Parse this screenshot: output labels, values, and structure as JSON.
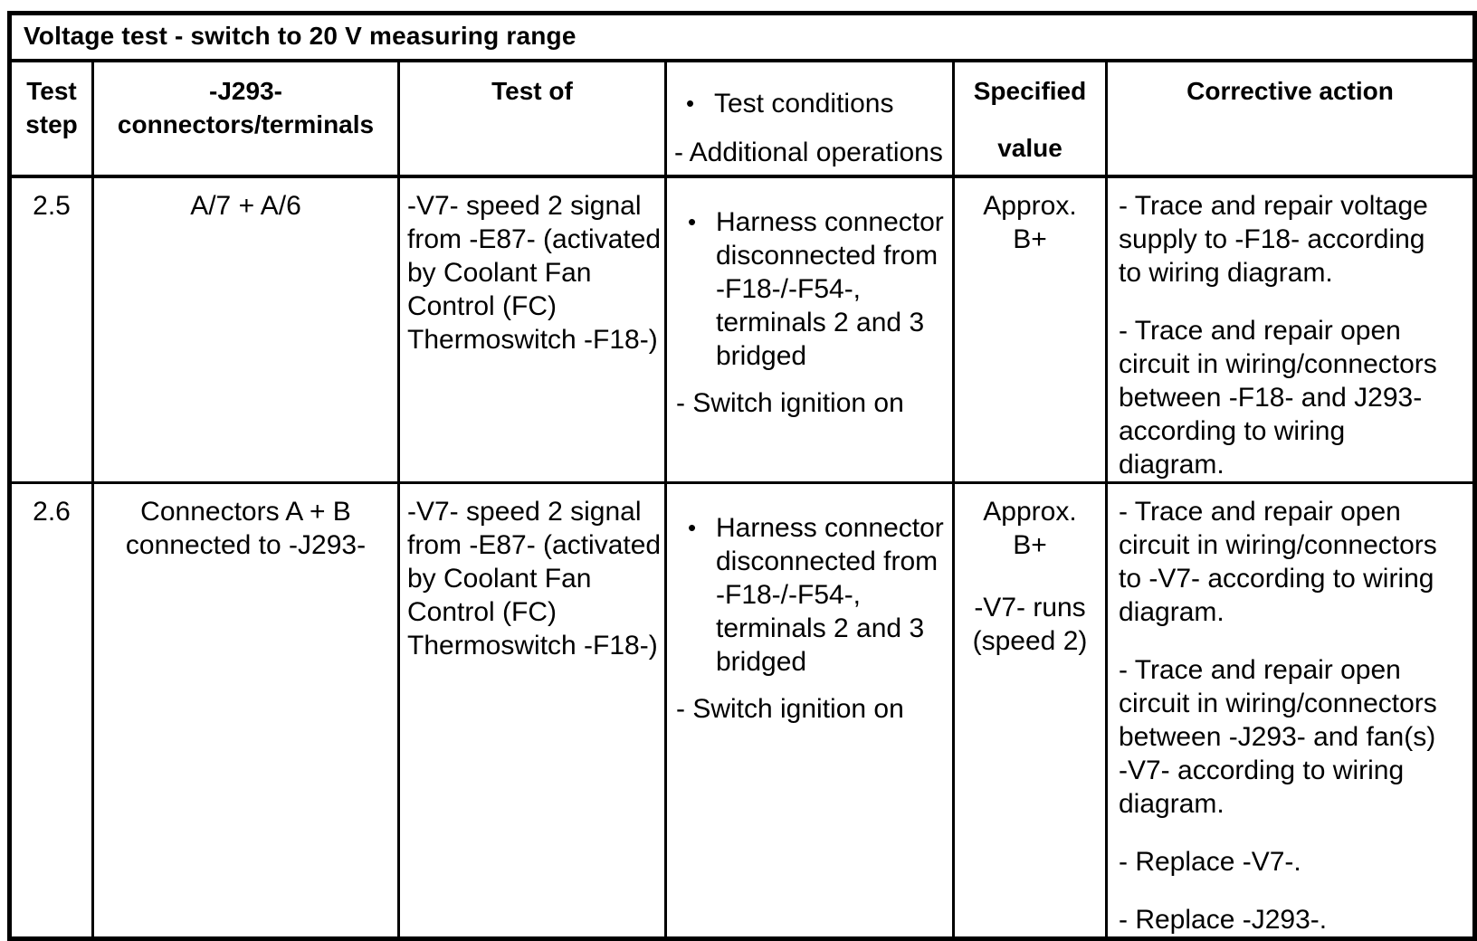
{
  "glyphs": {
    "bullet": "•"
  },
  "table": {
    "title": "Voltage test - switch to 20 V measuring range",
    "headers": {
      "test_step": [
        "Test",
        "step"
      ],
      "connectors": [
        "-J293-",
        "connectors/terminals"
      ],
      "test_of": "Test of",
      "conditions_bullet": "Test conditions",
      "conditions_dash": "- Additional operations",
      "specified": [
        "Specified",
        "value"
      ],
      "corrective": "Corrective action"
    },
    "rows": [
      {
        "step": "2.5",
        "connectors": "A/7 + A/6",
        "test_of": "-V7- speed 2 signal from -E87- (activated by Coolant Fan Control (FC) Thermoswitch -F18-)",
        "conditions": {
          "bullet": "Harness connector disconnected from -F18-/-F54-, terminals 2 and 3 bridged",
          "dash": "- Switch ignition on"
        },
        "specified": [
          [
            "Approx.",
            "B+"
          ]
        ],
        "corrective": [
          "- Trace and repair voltage supply to -F18- according to wiring diagram.",
          "- Trace and repair open circuit in wiring/connectors between -F18- and J293- according to wiring diagram."
        ]
      },
      {
        "step": "2.6",
        "connectors": "Connectors A + B connected to -J293-",
        "test_of": "-V7- speed 2 signal from -E87- (activated by Coolant Fan Control (FC) Thermoswitch -F18-)",
        "conditions": {
          "bullet": "Harness connector disconnected from -F18-/-F54-, terminals 2 and 3 bridged",
          "dash": "- Switch ignition on"
        },
        "specified": [
          [
            "Approx.",
            "B+"
          ],
          [
            "-V7- runs",
            "(speed 2)"
          ]
        ],
        "corrective": [
          "- Trace and repair open circuit in wiring/connectors to -V7- according to wiring diagram.",
          "- Trace and repair open circuit in wiring/connectors between -J293- and fan(s) -V7- according to wiring diagram.",
          "- Replace -V7-.",
          "- Replace -J293-."
        ]
      }
    ]
  }
}
